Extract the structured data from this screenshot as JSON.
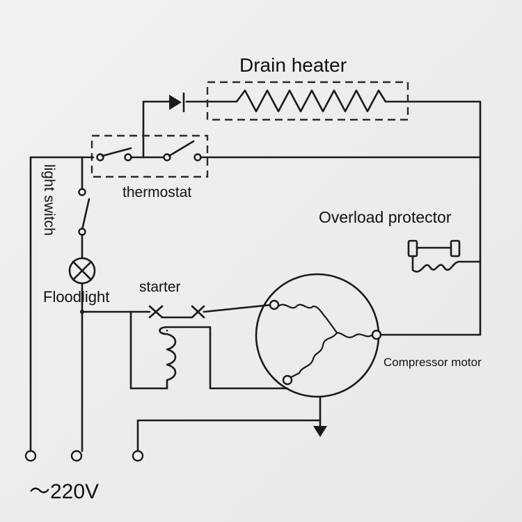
{
  "labels": {
    "drain_heater": "Drain heater",
    "thermostat": "thermostat",
    "light_switch": "light switch",
    "overload_protector": "Overload protector",
    "floodlight": "Floodlight",
    "starter": "starter",
    "compressor_motor": "Compressor motor",
    "supply": "～220V"
  },
  "colors": {
    "ink": "#1a1a1a",
    "paper": "#ececec"
  }
}
